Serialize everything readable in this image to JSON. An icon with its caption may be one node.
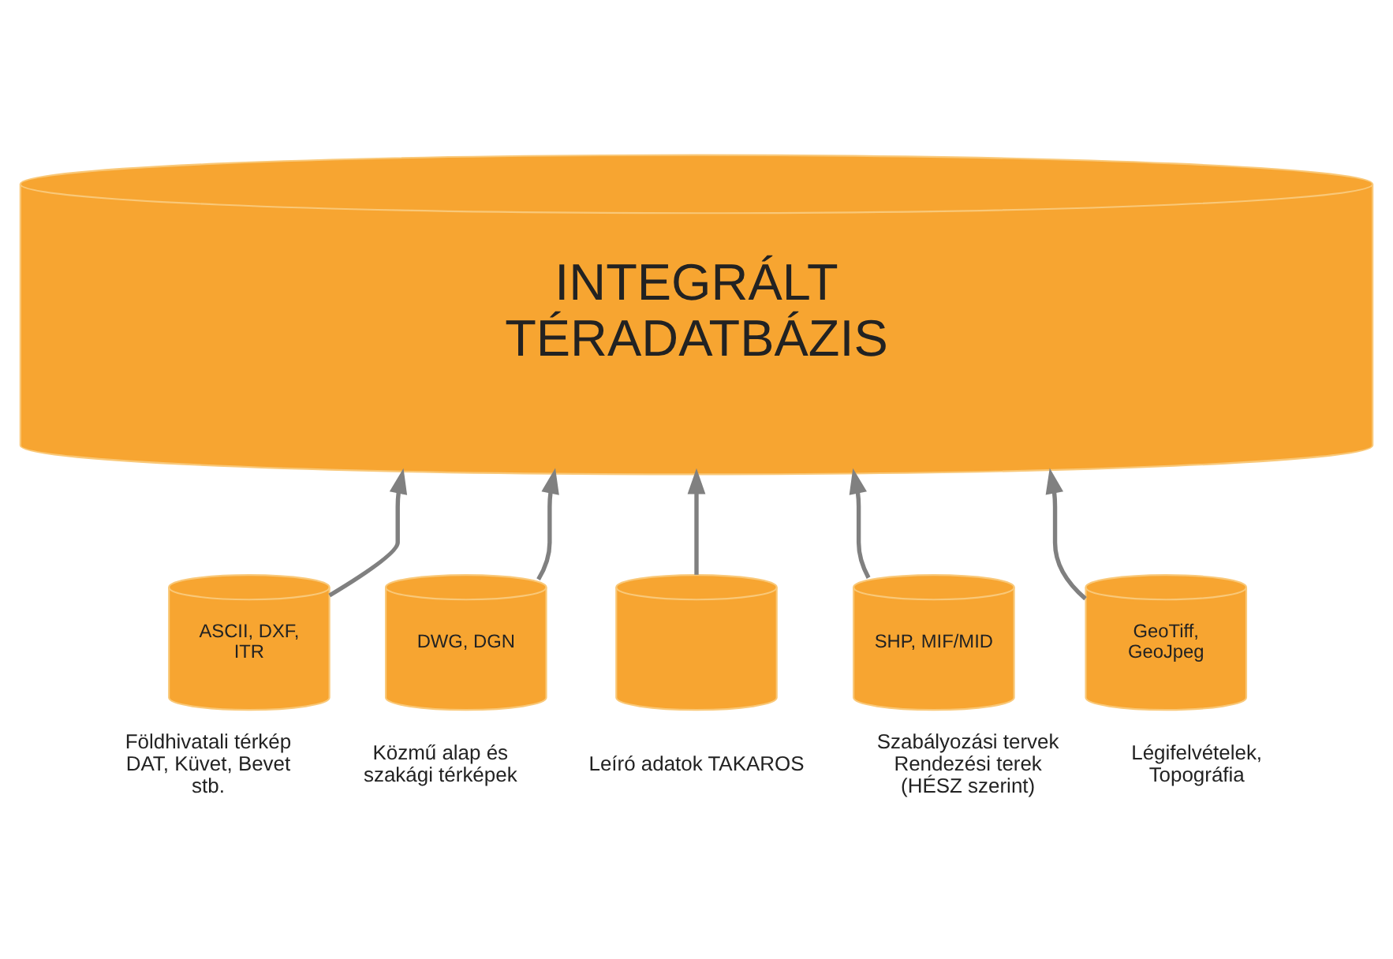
{
  "diagram": {
    "nodes": [
      {
        "text": [
          "INTEGRÁLT TÉRADATBÁZIS"
        ]
      },
      {
        "text": [
          "ASCII, DXF, ITR"
        ],
        "beside": [
          "Földhivatali térkép DAT, Küvet, Bevet stb."
        ]
      },
      {
        "text": [
          "DWG, DGN"
        ],
        "beside": [
          "Közmű alap és szakági térképek"
        ]
      },
      {
        "text": [],
        "shape": "cylinder",
        "beside": [
          "Leíró adatok TAKAROS"
        ]
      },
      {
        "text": [
          "SHP, MIF/MID"
        ],
        "beside": [
          "Szabályozási tervek Rendezési terek (HÉSZ szerint)"
        ]
      },
      {
        "text": [
          "GeoTiff, GeoJpeg"
        ],
        "beside": [
          "Légifelvételek, Topográfia"
        ]
      }
    ],
    "edges": [
      {
        "from": 1,
        "to": 0,
        "arrow": "to"
      },
      {
        "from": 2,
        "to": 0,
        "arrow": "to"
      },
      {
        "from": 3,
        "to": 0,
        "arrow": "to"
      },
      {
        "from": 4,
        "to": 0,
        "arrow": "to"
      },
      {
        "from": 5,
        "to": 0,
        "arrow": "to"
      }
    ]
  }
}
